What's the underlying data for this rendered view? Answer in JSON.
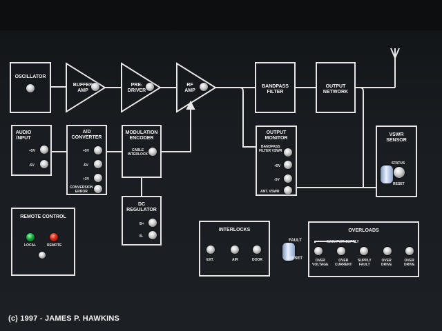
{
  "panel": {
    "oscillator": "OSCILLATOR",
    "buffer_amp": "BUFFER\nAMP",
    "pre_driver": "PRE-\nDRIVER",
    "rf_amp": "RF\nAMP",
    "bandpass_filter": "BANDPASS\nFILTER",
    "output_network": "OUTPUT\nNETWORK",
    "audio_input": "AUDIO\nINPUT",
    "audio_p5": "+5V",
    "audio_m5": "-5V",
    "ad_converter": "A/D\nCONVERTER",
    "ad_p5": "+5V",
    "ad_m5": "-5V",
    "ad_p3": "+3V",
    "ad_conv_error": "CONVERSION\nERROR",
    "mod_encoder": "MODULATION\nENCODER",
    "cable_interlock": "CABLE\nINTERLOCK",
    "dc_regulator": "DC\nREGULATOR",
    "dc_bplus": "B+",
    "dc_bminus": "B-",
    "output_monitor": "OUTPUT\nMONITOR",
    "om_bandpass": "BANDPASS\nFILTER VSWR",
    "om_p5": "+5V",
    "om_m5": "-5V",
    "om_ant_vswr": "ANT. VSWR",
    "vswr_sensor": "VSWR\nSENSOR",
    "vswr_status": "STATUS",
    "vswr_reset": "RESET",
    "remote_control": "REMOTE CONTROL",
    "local": "LOCAL",
    "remote": "REMOTE",
    "interlocks": "INTERLOCKS",
    "ext": "EXT.",
    "air": "AIR",
    "door": "DOOR",
    "fault": "FAULT",
    "reset": "RESET",
    "overloads": "OVERLOADS",
    "main_pwr_supply": "MAIN PWR SUPPLY",
    "over_voltage": "OVER\nVOLTAGE",
    "over_current": "OVER\nCURRENT",
    "supply_fault": "SUPPLY\nFAULT",
    "ov4": "OVER\nDRIVE",
    "ov5": "OVER\nDRIVE"
  },
  "footer": {
    "credit": "(c) 1997 - JAMES P. HAWKINS"
  }
}
